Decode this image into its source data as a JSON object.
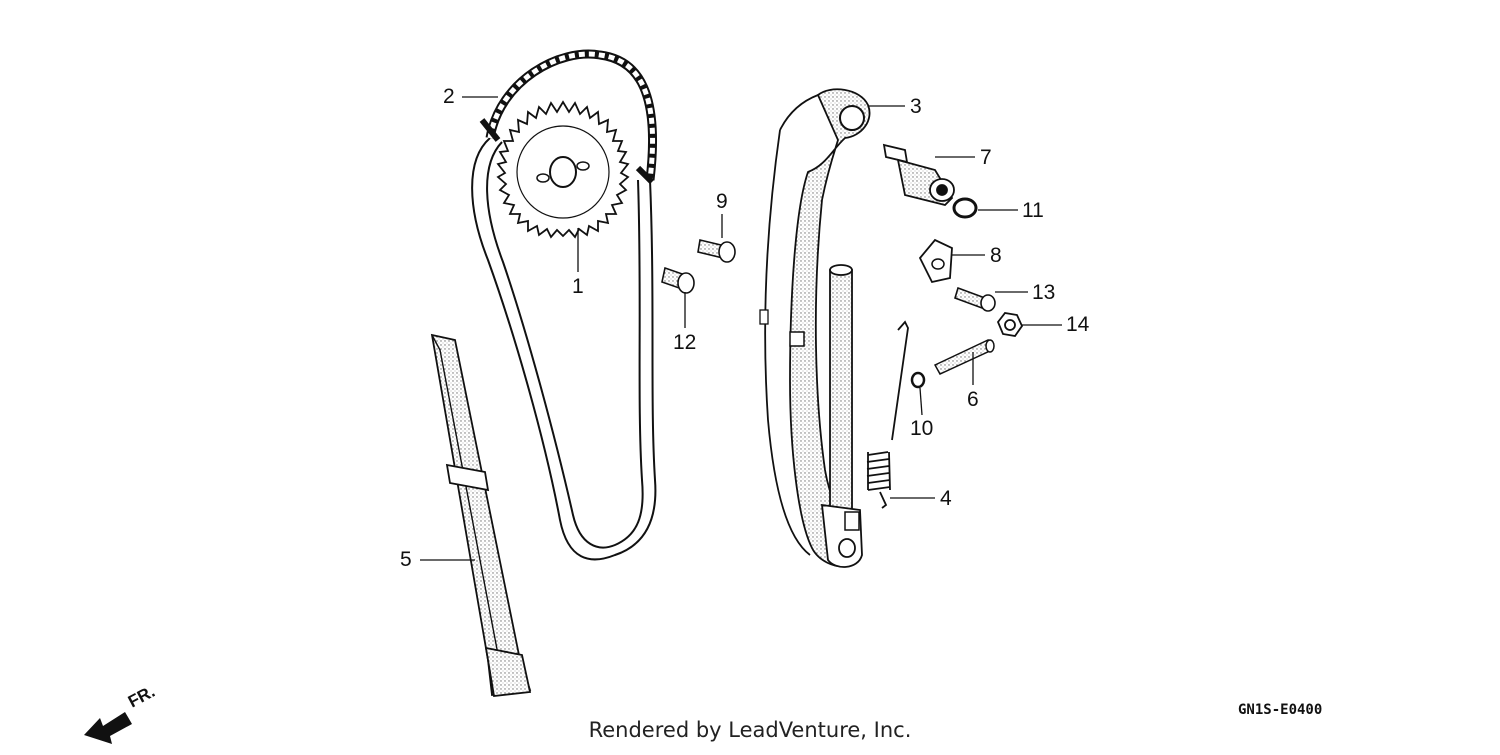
{
  "diagram": {
    "code": "GN1S-E0400",
    "credit": "Rendered by LeadVenture, Inc.",
    "front_label": "FR."
  },
  "callouts": [
    {
      "id": "1",
      "label": "1"
    },
    {
      "id": "2",
      "label": "2"
    },
    {
      "id": "3",
      "label": "3"
    },
    {
      "id": "4",
      "label": "4"
    },
    {
      "id": "5",
      "label": "5"
    },
    {
      "id": "6",
      "label": "6"
    },
    {
      "id": "7",
      "label": "7"
    },
    {
      "id": "8",
      "label": "8"
    },
    {
      "id": "9",
      "label": "9"
    },
    {
      "id": "10",
      "label": "10"
    },
    {
      "id": "11",
      "label": "11"
    },
    {
      "id": "12",
      "label": "12"
    },
    {
      "id": "13",
      "label": "13"
    },
    {
      "id": "14",
      "label": "14"
    }
  ],
  "colors": {
    "ink": "#111111",
    "stipple": "#8a8a8a",
    "background": "#ffffff"
  }
}
